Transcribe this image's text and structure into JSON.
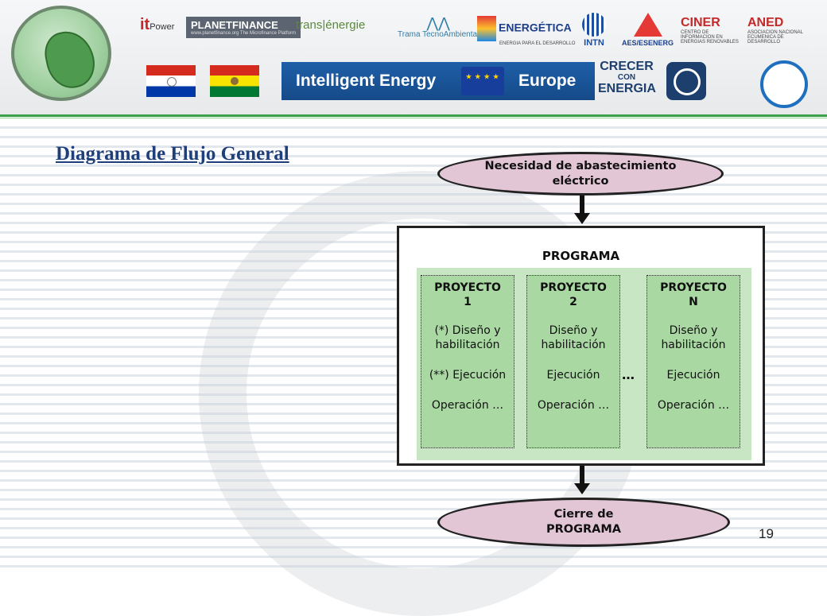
{
  "header": {
    "logos": {
      "itpower": "it",
      "itpower_suffix": "Power",
      "planetfinance": "PLANETFINANCE",
      "planetfinance_sub": "www.planetfinance.org  The Microfinance Platform",
      "transenergie": "trans|énergie",
      "trama": "Trama TecnoAmbiental",
      "energetica": "ENERGÉTICA",
      "energetica_sub": "ENERGIA PARA EL DESARROLLO",
      "intn": "INTN",
      "aes": "AES/ESENERG",
      "ciner": "CINER",
      "ciner_sub": "CENTRO DE INFORMACION EN ENERGIAS RENOVABLES",
      "aned": "ANED",
      "aned_sub": "ASOCIACION NACIONAL ECUMENICA DE DESARROLLO"
    },
    "banner": {
      "left": "Intelligent Energy",
      "right": "Europe"
    },
    "crecer": {
      "line1": "CRECER",
      "line2": "CON",
      "line3": "ENERGIA"
    }
  },
  "slide": {
    "title": "Diagrama de Flujo General",
    "page_number": "19"
  },
  "diagram": {
    "start": {
      "line1": "Necesidad de abastecimiento",
      "line2": "eléctrico"
    },
    "program_label": "PROGRAMA",
    "projects": [
      {
        "title1": "PROYECTO",
        "title2": "1",
        "design1": "(*) Diseño y",
        "design2": "habilitación",
        "exec": "(**) Ejecución",
        "op": "Operación …"
      },
      {
        "title1": "PROYECTO",
        "title2": "2",
        "design1": "Diseño y",
        "design2": "habilitación",
        "exec": "Ejecución",
        "op": "Operación …"
      },
      {
        "title1": "PROYECTO",
        "title2": "N",
        "design1": "Diseño y",
        "design2": "habilitación",
        "exec": "Ejecución",
        "op": "Operación …"
      }
    ],
    "ellipsis": "…",
    "end": {
      "line1": "Cierre de",
      "line2": "PROGRAMA"
    }
  },
  "colors": {
    "ellipse_fill": "#e3c6d6",
    "program_inner": "#c8e6c4",
    "project_fill": "#a9d8a3",
    "title": "#1f3f7a",
    "header_rule": "#3aa24a"
  },
  "icons": [
    "map-logo-icon",
    "flag-paraguay-icon",
    "flag-bolivia-icon",
    "eu-flag-icon",
    "crecer-globe-icon",
    "ring-icon"
  ]
}
